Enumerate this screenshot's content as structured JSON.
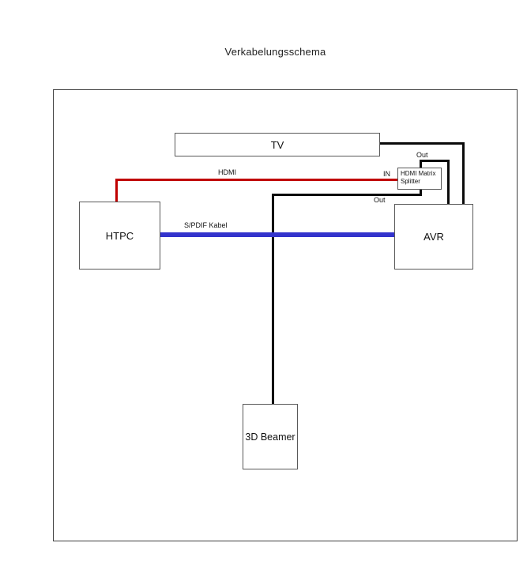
{
  "title": "Verkabelungsschema",
  "colors": {
    "wire_black": "#0a0a0a",
    "hdmi_red": "#c00000",
    "spdif_blue": "#3333cc",
    "box_border": "#595959"
  },
  "nodes": {
    "tv": {
      "label": "TV"
    },
    "htpc": {
      "label": "HTPC"
    },
    "avr": {
      "label": "AVR"
    },
    "beamer": {
      "label": "3D Beamer"
    },
    "splitter": {
      "label": "HDMI Matrix Splitter"
    }
  },
  "edges": {
    "hdmi_label": "HDMI",
    "spdif_label": "S/PDIF Kabel",
    "splitter_in_label": "IN",
    "splitter_out_top_label": "Out",
    "splitter_out_bottom_label": "Out"
  }
}
